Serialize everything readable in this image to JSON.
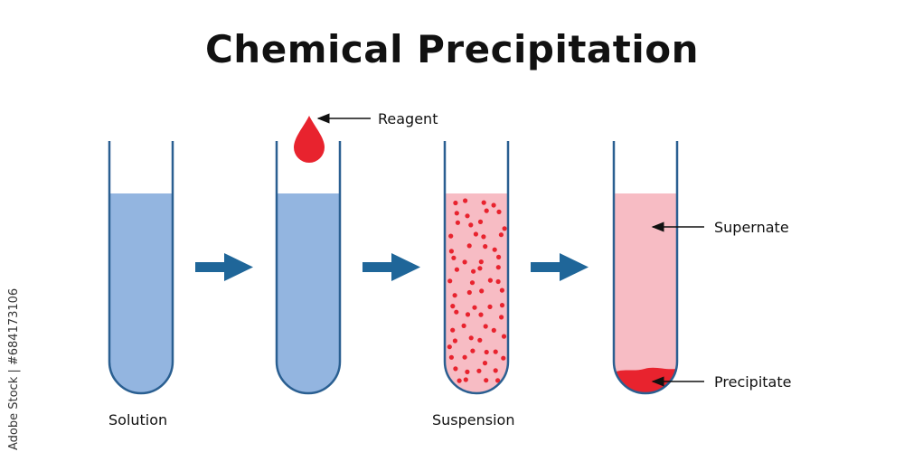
{
  "title": "Chemical Precipitation",
  "labels": {
    "solution": "Solution",
    "reagent": "Reagent",
    "suspension": "Suspension",
    "supernate": "Supernate",
    "precipitate": "Precipitate"
  },
  "watermark": "Adobe Stock | #684173106",
  "colors": {
    "tube_outline": "#2a5f91",
    "solution_fill": "#93b5e0",
    "suspension_fill": "#f7bcc4",
    "particle": "#e8232e",
    "reagent_drop": "#e8232e",
    "arrow": "#1f6699",
    "precipitate": "#e8232e"
  },
  "steps": [
    {
      "name": "tube-solution",
      "content": "solution"
    },
    {
      "name": "tube-reagent",
      "content": "solution-with-drop"
    },
    {
      "name": "tube-suspension",
      "content": "suspension"
    },
    {
      "name": "tube-settled",
      "content": "supernate-and-precipitate"
    }
  ]
}
